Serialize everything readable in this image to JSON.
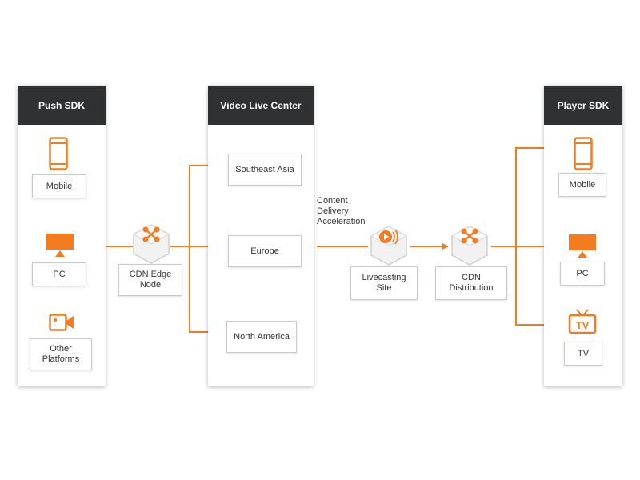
{
  "colors": {
    "accent": "#f47b20",
    "header_bg": "#2f3133",
    "header_text": "#ffffff",
    "box_border": "#c9c9c9",
    "node_fill": "#f2f2f2"
  },
  "panels": {
    "push_sdk": {
      "title": "Push SDK",
      "items": [
        {
          "label": "Mobile",
          "icon": "smartphone-icon"
        },
        {
          "label": "PC",
          "icon": "monitor-icon"
        },
        {
          "label": "Other\nPlatforms",
          "icon": "video-camera-icon"
        }
      ]
    },
    "video_live_center": {
      "title": "Video Live Center",
      "regions": [
        "Southeast Asia",
        "Europe",
        "North America"
      ]
    },
    "player_sdk": {
      "title": "Player SDK",
      "items": [
        {
          "label": "Mobile",
          "icon": "smartphone-icon"
        },
        {
          "label": "PC",
          "icon": "monitor-icon"
        },
        {
          "label": "TV",
          "icon": "tv-icon"
        }
      ]
    }
  },
  "nodes": {
    "cdn_edge": {
      "label": "CDN Edge\nNode",
      "icon": "network-nodes-icon"
    },
    "livecasting": {
      "label": "Livecasting\nSite",
      "icon": "live-stream-icon"
    },
    "cdn_distribution": {
      "label": "CDN\nDistribution",
      "icon": "network-nodes-icon"
    }
  },
  "annotation": "Content\nDelivery\nAcceleration",
  "tv_icon_text": "TV"
}
